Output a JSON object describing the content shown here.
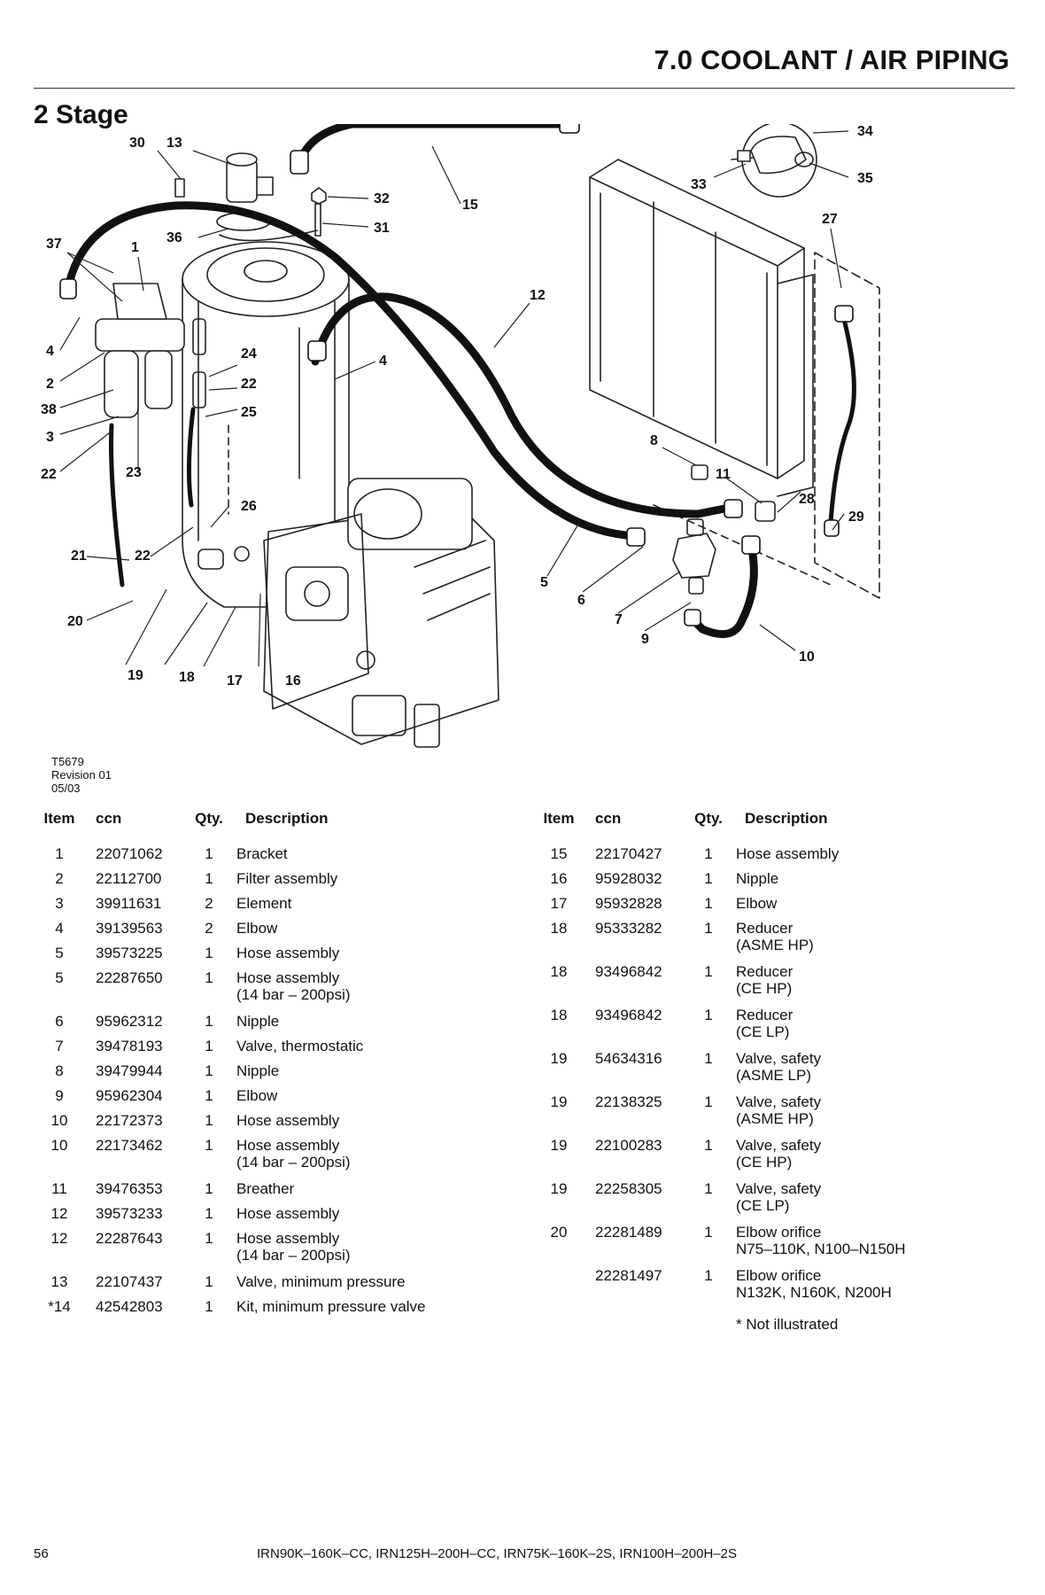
{
  "header": {
    "title": "7.0 COOLANT / AIR PIPING",
    "section": "2 Stage"
  },
  "figure": {
    "callouts": [
      "30",
      "13",
      "34",
      "35",
      "37",
      "1",
      "36",
      "32",
      "31",
      "15",
      "33",
      "27",
      "4",
      "12",
      "2",
      "24",
      "22",
      "38",
      "25",
      "3",
      "4",
      "8",
      "11",
      "22",
      "23",
      "28",
      "26",
      "29",
      "21",
      "22",
      "5",
      "6",
      "7",
      "20",
      "9",
      "19",
      "18",
      "17",
      "16",
      "10"
    ],
    "reference": [
      "T5679",
      "Revision 01",
      "05/03"
    ]
  },
  "table": {
    "headers": {
      "item": "Item",
      "ccn": "ccn",
      "qty": "Qty.",
      "description": "Description"
    },
    "left": [
      {
        "item": "1",
        "ccn": "22071062",
        "qty": "1",
        "desc": [
          "Bracket"
        ]
      },
      {
        "item": "2",
        "ccn": "22112700",
        "qty": "1",
        "desc": [
          "Filter assembly"
        ]
      },
      {
        "item": "3",
        "ccn": "39911631",
        "qty": "2",
        "desc": [
          "Element"
        ]
      },
      {
        "item": "4",
        "ccn": "39139563",
        "qty": "2",
        "desc": [
          "Elbow"
        ]
      },
      {
        "item": "5",
        "ccn": "39573225",
        "qty": "1",
        "desc": [
          "Hose assembly"
        ]
      },
      {
        "item": "5",
        "ccn": "22287650",
        "qty": "1",
        "desc": [
          "Hose assembly",
          "(14 bar – 200psi)"
        ]
      },
      {
        "item": "6",
        "ccn": "95962312",
        "qty": "1",
        "desc": [
          "Nipple"
        ]
      },
      {
        "item": "7",
        "ccn": "39478193",
        "qty": "1",
        "desc": [
          "Valve, thermostatic"
        ]
      },
      {
        "item": "8",
        "ccn": "39479944",
        "qty": "1",
        "desc": [
          "Nipple"
        ]
      },
      {
        "item": "9",
        "ccn": "95962304",
        "qty": "1",
        "desc": [
          "Elbow"
        ]
      },
      {
        "item": "10",
        "ccn": "22172373",
        "qty": "1",
        "desc": [
          "Hose assembly"
        ]
      },
      {
        "item": "10",
        "ccn": "22173462",
        "qty": "1",
        "desc": [
          "Hose assembly",
          "(14 bar – 200psi)"
        ]
      },
      {
        "item": "11",
        "ccn": "39476353",
        "qty": "1",
        "desc": [
          "Breather"
        ]
      },
      {
        "item": "12",
        "ccn": "39573233",
        "qty": "1",
        "desc": [
          "Hose assembly"
        ]
      },
      {
        "item": "12",
        "ccn": "22287643",
        "qty": "1",
        "desc": [
          "Hose assembly",
          "(14 bar – 200psi)"
        ]
      },
      {
        "item": "13",
        "ccn": "22107437",
        "qty": "1",
        "desc": [
          "Valve, minimum pressure"
        ]
      },
      {
        "item": "*14",
        "ccn": "42542803",
        "qty": "1",
        "desc": [
          "Kit, minimum pressure valve"
        ]
      }
    ],
    "right": [
      {
        "item": "15",
        "ccn": "22170427",
        "qty": "1",
        "desc": [
          "Hose assembly"
        ]
      },
      {
        "item": "16",
        "ccn": "95928032",
        "qty": "1",
        "desc": [
          "Nipple"
        ]
      },
      {
        "item": "17",
        "ccn": "95932828",
        "qty": "1",
        "desc": [
          "Elbow"
        ]
      },
      {
        "item": "18",
        "ccn": "95333282",
        "qty": "1",
        "desc": [
          "Reducer",
          "(ASME HP)"
        ]
      },
      {
        "item": "18",
        "ccn": "93496842",
        "qty": "1",
        "desc": [
          "Reducer",
          "(CE HP)"
        ]
      },
      {
        "item": "18",
        "ccn": "93496842",
        "qty": "1",
        "desc": [
          "Reducer",
          "(CE LP)"
        ]
      },
      {
        "item": "19",
        "ccn": "54634316",
        "qty": "1",
        "desc": [
          "Valve, safety",
          "(ASME LP)"
        ]
      },
      {
        "item": "19",
        "ccn": "22138325",
        "qty": "1",
        "desc": [
          "Valve, safety",
          "(ASME HP)"
        ]
      },
      {
        "item": "19",
        "ccn": "22100283",
        "qty": "1",
        "desc": [
          "Valve, safety",
          "(CE HP)"
        ]
      },
      {
        "item": "19",
        "ccn": "22258305",
        "qty": "1",
        "desc": [
          "Valve, safety",
          "(CE LP)"
        ]
      },
      {
        "item": "20",
        "ccn": "22281489",
        "qty": "1",
        "desc": [
          "Elbow orifice",
          "N75–110K, N100–N150H"
        ]
      },
      {
        "item": "",
        "ccn": "22281497",
        "qty": "1",
        "desc": [
          "Elbow orifice",
          "N132K, N160K, N200H"
        ]
      }
    ],
    "footnote": "* Not illustrated"
  },
  "footer": {
    "page_number": "56",
    "models": "IRN90K–160K–CC, IRN125H–200H–CC, IRN75K–160K–2S, IRN100H–200H–2S"
  }
}
